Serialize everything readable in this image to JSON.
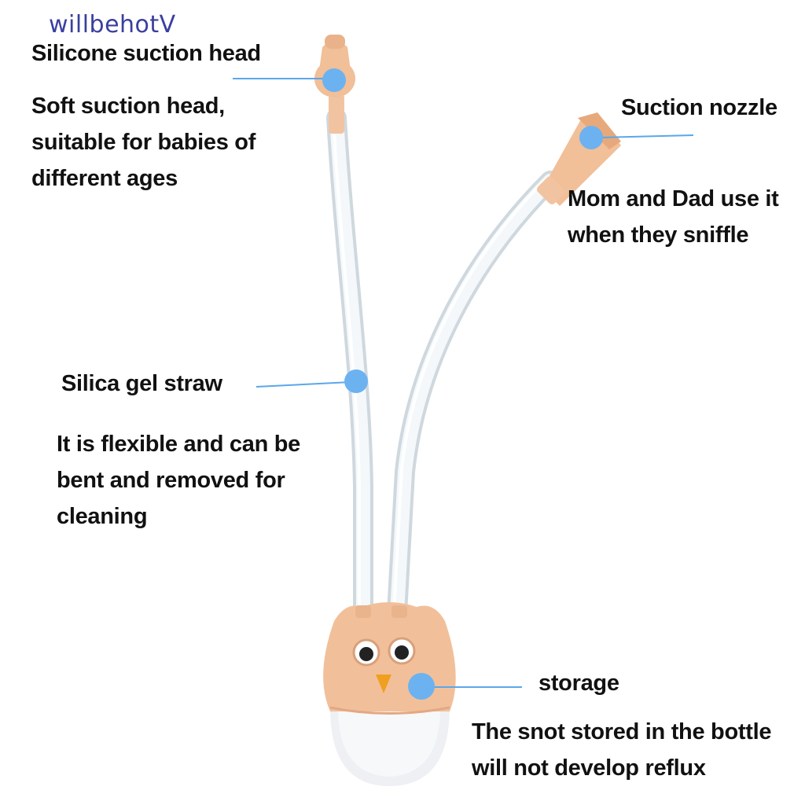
{
  "watermark": "willbehotV",
  "colors": {
    "marker": "#6cb2f0",
    "leader_line": "#5aa7ea",
    "silicone": "#f3c6a4",
    "tube": "#e8eef2",
    "owl_body": "#f1c09a",
    "bottle": "#eef0f3"
  },
  "callouts": {
    "suction_head": {
      "title": "Silicone suction head",
      "lines": [
        "Soft suction head,",
        "suitable for babies of",
        "different ages"
      ]
    },
    "nozzle": {
      "title": "Suction nozzle",
      "lines": [
        "Mom and Dad use it",
        "when they sniffle"
      ]
    },
    "straw": {
      "title": "Silica gel straw",
      "lines": [
        "It is flexible and can be",
        "bent and removed for",
        "cleaning"
      ]
    },
    "storage": {
      "title": "storage",
      "lines": [
        "The snot stored in the bottle",
        "will not develop reflux"
      ]
    }
  }
}
